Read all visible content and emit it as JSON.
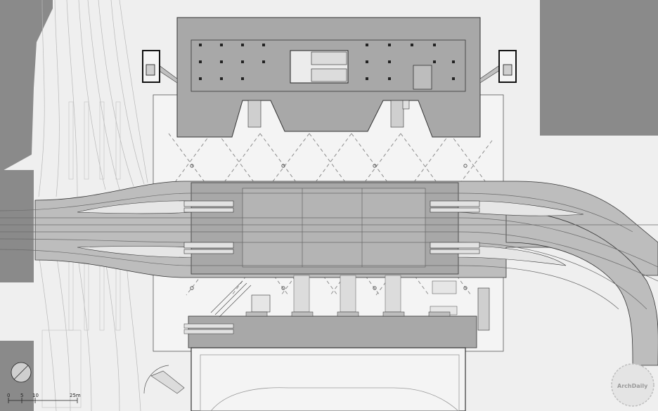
{
  "scale_bar": {
    "tick_labels": [
      "0",
      "5",
      "10",
      "25m"
    ]
  },
  "watermark": {
    "text": "ArchDaily"
  },
  "colors": {
    "background": "#efefef",
    "dark_fill": "#8a8a8a",
    "medium_fill": "#a8a8a8",
    "light_fill": "#c8c8c8",
    "line": "#333333",
    "dashed_line": "#8c8c8c"
  }
}
